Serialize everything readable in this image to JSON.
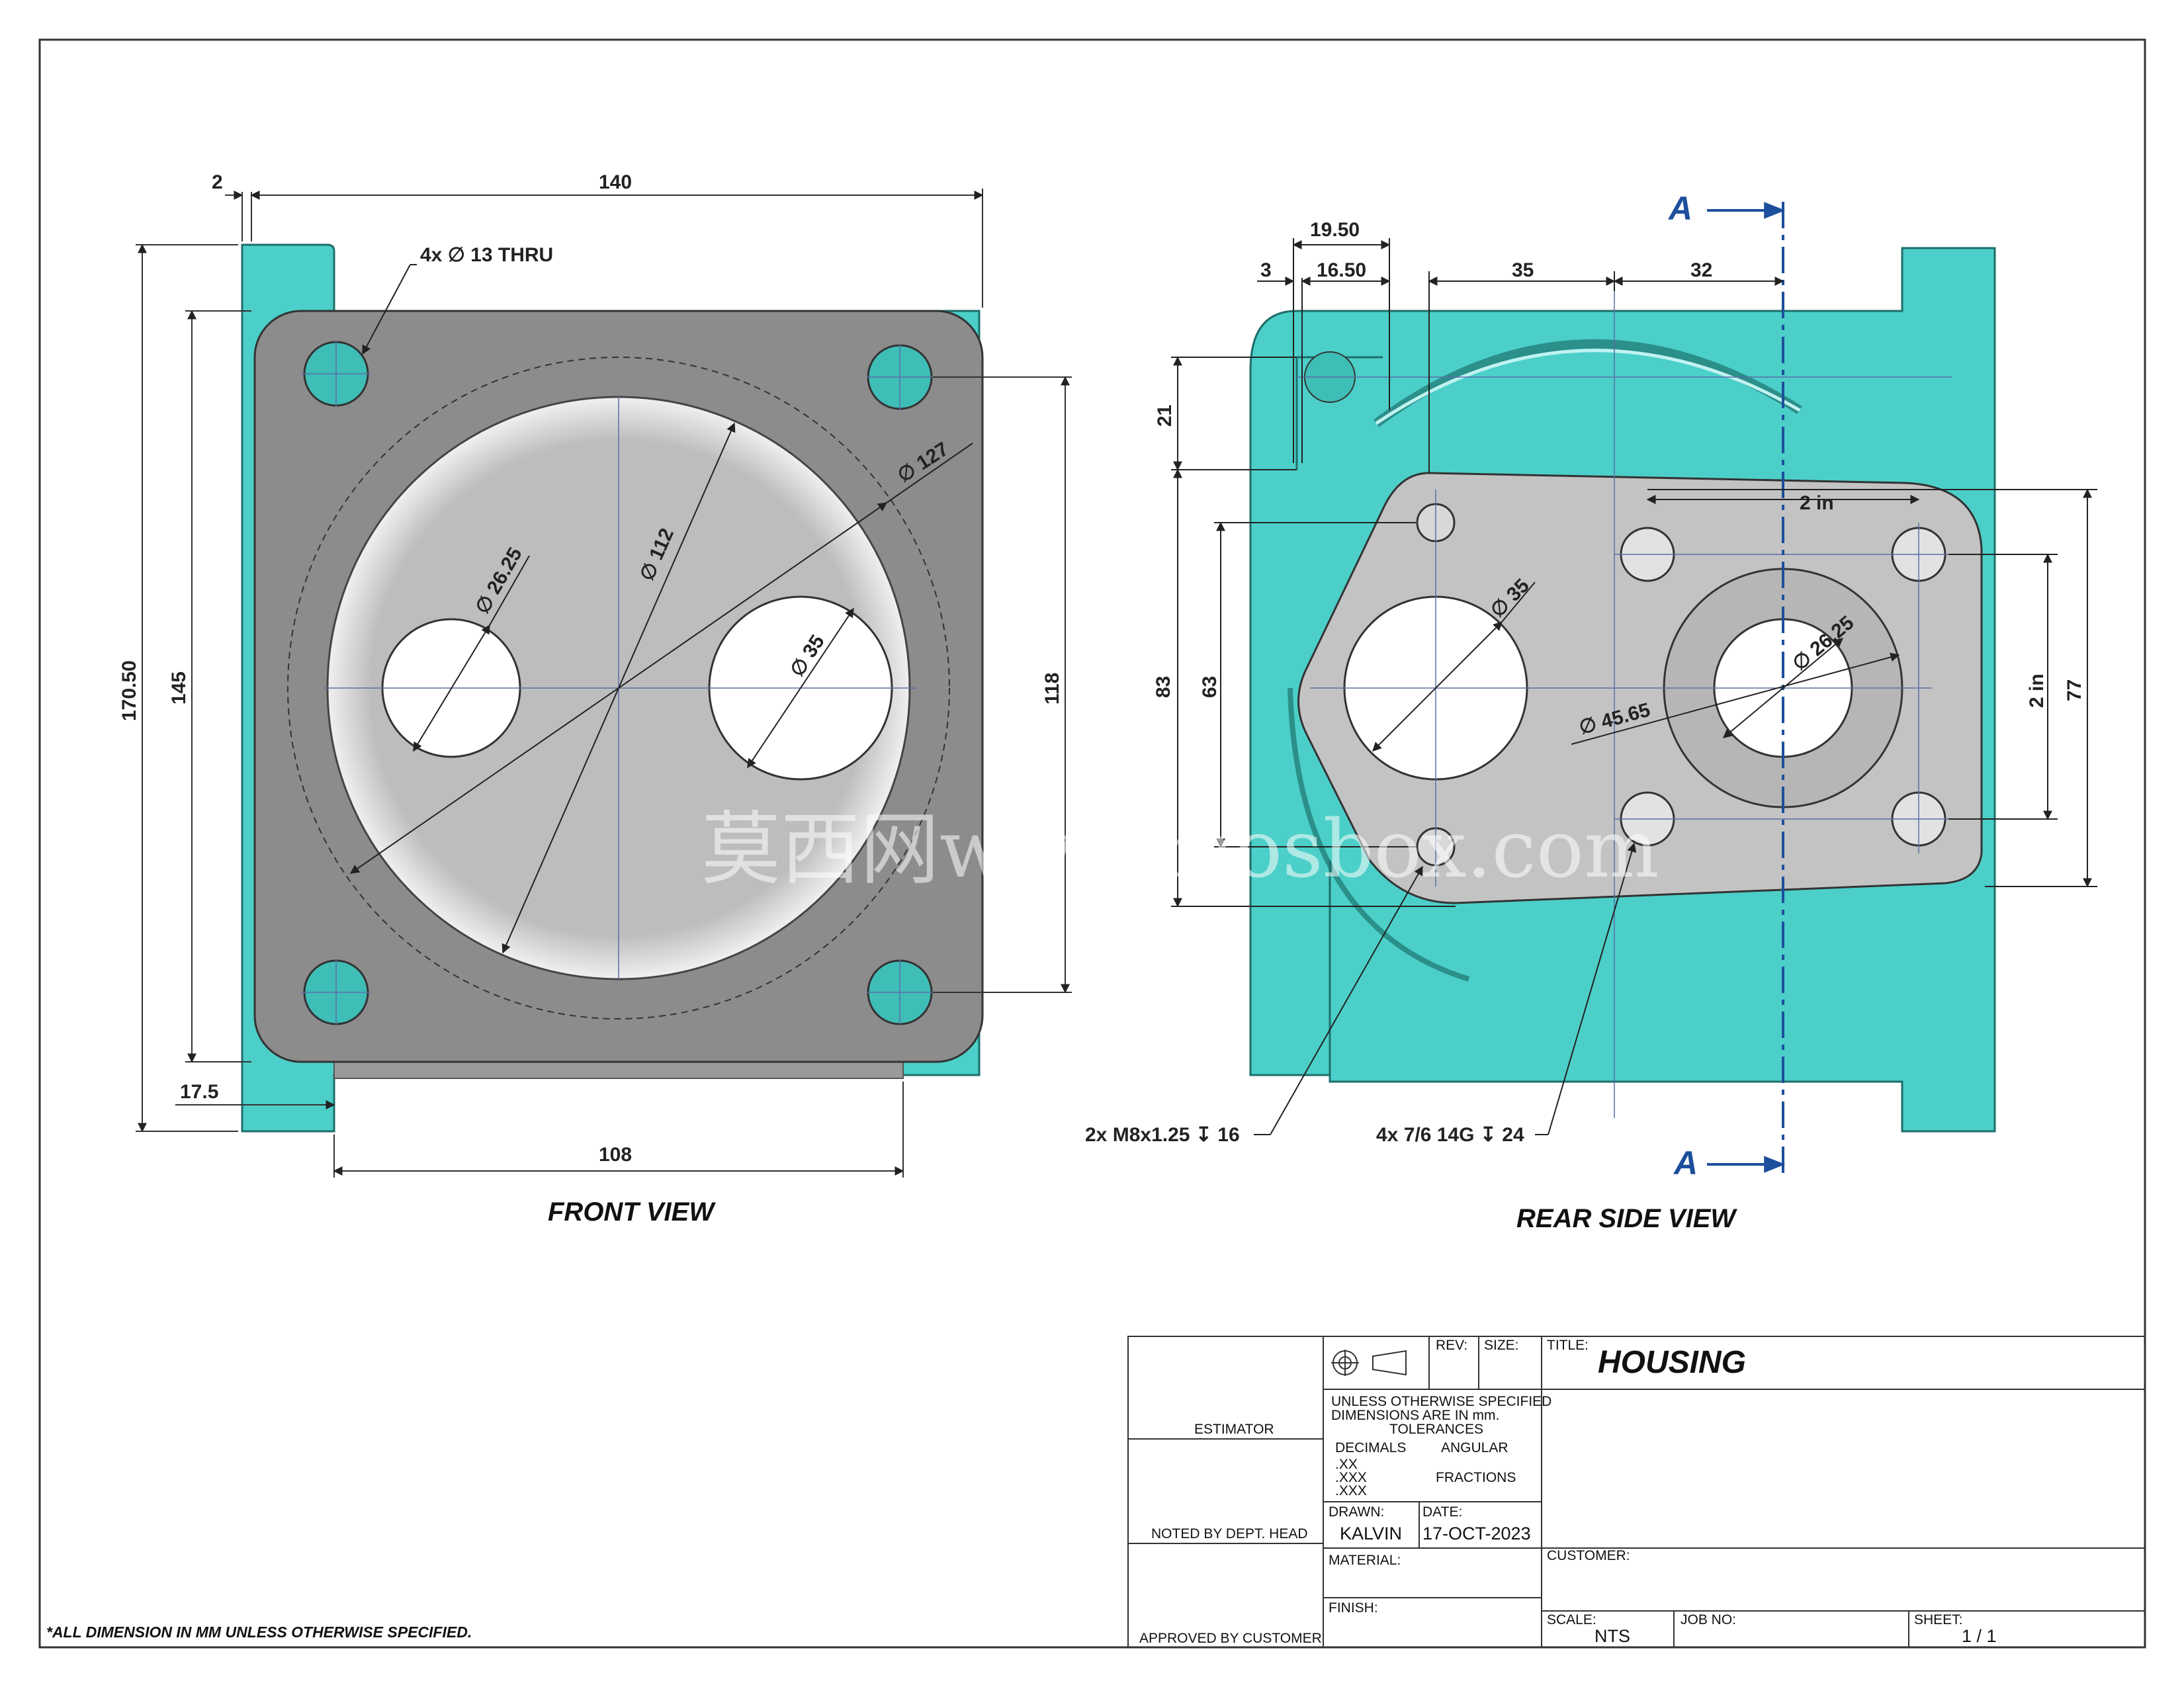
{
  "views": {
    "front_title": "FRONT VIEW",
    "rear_title": "REAR SIDE VIEW",
    "section_label": "A"
  },
  "front_dims": {
    "d2": "2",
    "d140": "140",
    "holes": "4x ∅ 13 THRU",
    "d127": "∅ 127",
    "d112": "∅ 112",
    "d2625": "∅ 26.25",
    "d35": "∅ 35",
    "d17050": "170.50",
    "d145": "145",
    "d118": "118",
    "d175": "17.5",
    "d108": "108"
  },
  "rear_dims": {
    "d1950": "19.50",
    "d3": "3",
    "d1650": "16.50",
    "d35": "35",
    "d32": "32",
    "d21": "21",
    "d2in_top": "2 in",
    "dia35": "∅ 35",
    "dia2625": "∅ 26.25",
    "dia4565": "∅ 45.65",
    "d83": "83",
    "d63": "63",
    "d2in_side": "2 in",
    "d77": "77",
    "thread1": "2x M8x1.25 ↧ 16",
    "thread2": "4x 7/6 14G ↧ 24"
  },
  "title_block": {
    "rev_label": "REV:",
    "size_label": "SIZE:",
    "title_label": "TITLE:",
    "title": "HOUSING",
    "estimator": "ESTIMATOR",
    "noted": "NOTED BY DEPT. HEAD",
    "approved": "APPROVED BY CUSTOMER",
    "unless1": "UNLESS OTHERWISE SPECIFIED",
    "unless2": "DIMENSIONS ARE IN mm.",
    "tolerances": "TOLERANCES",
    "decimals": "DECIMALS",
    "angular": "ANGULAR",
    "xx": ".XX",
    "xxx1": ".XXX",
    "xxx2": ".XXX",
    "fractions": "FRACTIONS",
    "drawn_label": "DRAWN:",
    "drawn_value": "KALVIN",
    "date_label": "DATE:",
    "date_value": "17-OCT-2023",
    "material_label": "MATERIAL:",
    "finish_label": "FINISH:",
    "customer_label": "CUSTOMER:",
    "scale_label": "SCALE:",
    "scale_value": "NTS",
    "job_label": "JOB NO:",
    "sheet_label": "SHEET:",
    "sheet_value": "1 / 1"
  },
  "note": "*ALL DIMENSION IN MM UNLESS OTHERWISE SPECIFIED.",
  "watermark": "莫西网www.mosbox.com",
  "colors": {
    "teal": "#4ccfc9",
    "plate": "#8a8a8a",
    "bore": "#c4c4c4",
    "centerline": "#1d4f9c"
  }
}
